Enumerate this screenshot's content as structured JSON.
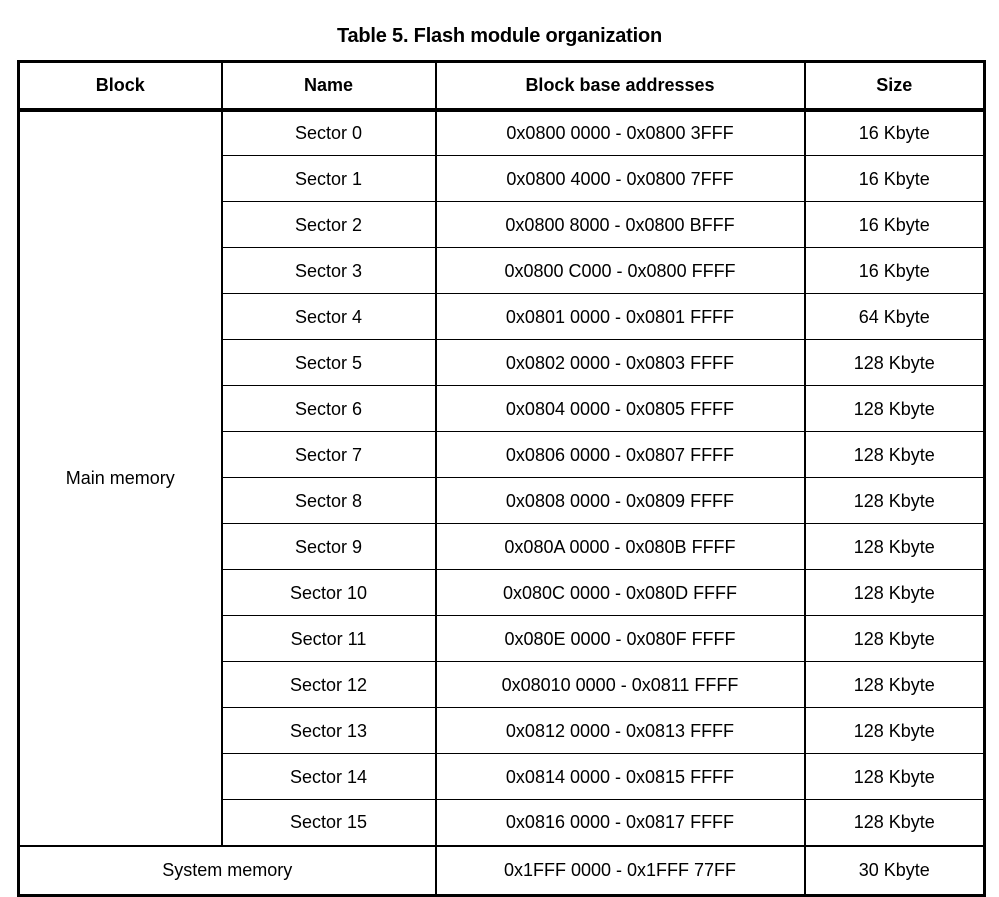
{
  "document": {
    "title": "Table 5. Flash module organization"
  },
  "table": {
    "columns": [
      {
        "key": "block",
        "label": "Block"
      },
      {
        "key": "name",
        "label": "Name"
      },
      {
        "key": "addresses",
        "label": "Block base addresses"
      },
      {
        "key": "size",
        "label": "Size"
      }
    ],
    "groups": [
      {
        "block_label": "Main memory",
        "rows": [
          {
            "name": "Sector 0",
            "addresses": "0x0800 0000 - 0x0800 3FFF",
            "size": "16 Kbyte"
          },
          {
            "name": "Sector 1",
            "addresses": "0x0800 4000 - 0x0800 7FFF",
            "size": "16 Kbyte"
          },
          {
            "name": "Sector 2",
            "addresses": "0x0800 8000 - 0x0800 BFFF",
            "size": "16 Kbyte"
          },
          {
            "name": "Sector 3",
            "addresses": "0x0800 C000 - 0x0800 FFFF",
            "size": "16 Kbyte"
          },
          {
            "name": "Sector 4",
            "addresses": "0x0801 0000 - 0x0801 FFFF",
            "size": "64 Kbyte"
          },
          {
            "name": "Sector 5",
            "addresses": "0x0802 0000 - 0x0803 FFFF",
            "size": "128 Kbyte"
          },
          {
            "name": "Sector 6",
            "addresses": "0x0804 0000 - 0x0805 FFFF",
            "size": "128 Kbyte"
          },
          {
            "name": "Sector 7",
            "addresses": "0x0806 0000 - 0x0807 FFFF",
            "size": "128 Kbyte"
          },
          {
            "name": "Sector 8",
            "addresses": "0x0808 0000 - 0x0809 FFFF",
            "size": "128 Kbyte"
          },
          {
            "name": "Sector 9",
            "addresses": "0x080A 0000 - 0x080B FFFF",
            "size": "128 Kbyte"
          },
          {
            "name": "Sector 10",
            "addresses": "0x080C 0000 - 0x080D FFFF",
            "size": "128 Kbyte"
          },
          {
            "name": "Sector 11",
            "addresses": "0x080E 0000 - 0x080F FFFF",
            "size": "128 Kbyte"
          },
          {
            "name": "Sector 12",
            "addresses": "0x08010 0000 - 0x0811 FFFF",
            "size": "128 Kbyte"
          },
          {
            "name": "Sector 13",
            "addresses": "0x0812 0000 - 0x0813 FFFF",
            "size": "128 Kbyte"
          },
          {
            "name": "Sector 14",
            "addresses": "0x0814 0000 - 0x0815 FFFF",
            "size": "128 Kbyte"
          },
          {
            "name": "Sector 15",
            "addresses": "0x0816 0000 - 0x0817 FFFF",
            "size": "128 Kbyte"
          }
        ]
      }
    ],
    "system_memory": {
      "label": "System memory",
      "addresses": "0x1FFF 0000 - 0x1FFF 77FF",
      "size": "30 Kbyte"
    }
  },
  "colors": {
    "background": "#ffffff",
    "text": "#000000",
    "border": "#000000"
  }
}
